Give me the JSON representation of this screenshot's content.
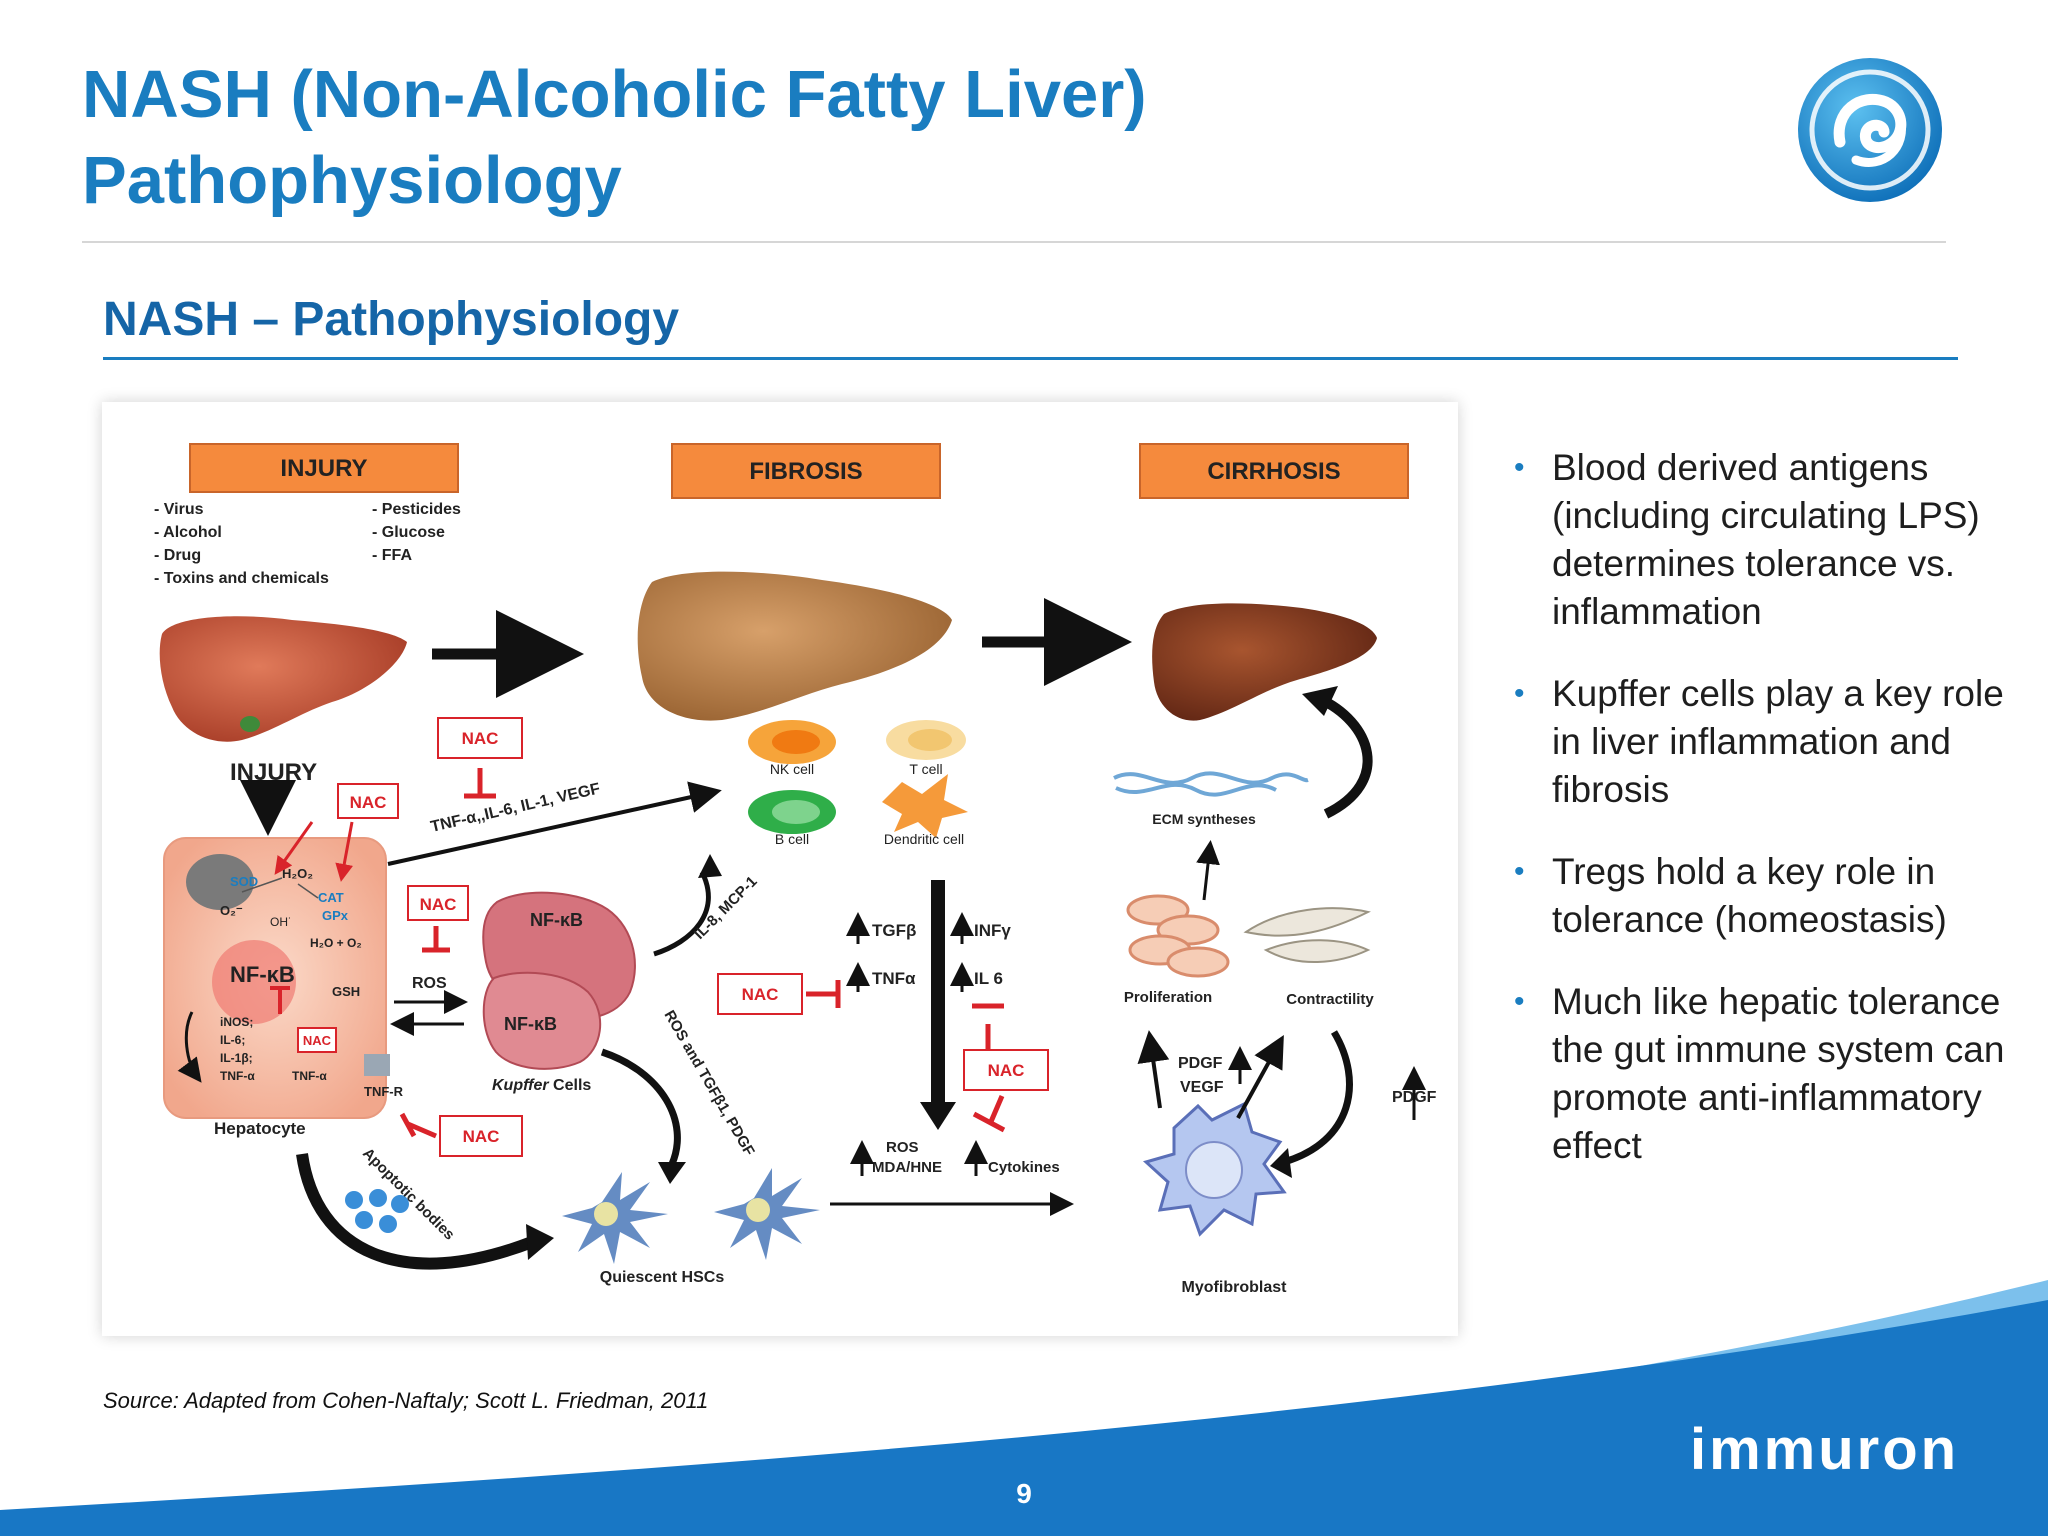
{
  "slide": {
    "title_line1": "NASH (Non-Alcoholic Fatty Liver)",
    "title_line2": "Pathophysiology",
    "subtitle": "NASH – Pathophysiology",
    "source": "Source: Adapted from Cohen-Naftaly; Scott L. Friedman, 2011",
    "page_number": "9",
    "brand": "immuron"
  },
  "bullets": [
    "Blood derived antigens (including circulating LPS) determines tolerance vs. inflammation",
    "Kupffer cells play a key role in liver inflammation and fibrosis",
    "Tregs hold a key role in tolerance (homeostasis)",
    "Much like hepatic tolerance the gut immune system can promote anti-inflammatory effect"
  ],
  "diagram": {
    "stages": {
      "injury": "INJURY",
      "fibrosis": "FIBROSIS",
      "cirrhosis": "CIRRHOSIS"
    },
    "injury_causes_left": [
      "- Virus",
      "- Alcohol",
      "- Drug",
      "- Toxins and chemicals"
    ],
    "injury_causes_right": [
      "- Pesticides",
      "- Glucose",
      "- FFA"
    ],
    "injury_label": "INJURY",
    "nac": "NAC",
    "hepatocyte": {
      "label": "Hepatocyte",
      "sod": "SOD",
      "h2o2": "H₂O₂",
      "o2": "O₂⁻",
      "oh": "OH˙",
      "cat": "CAT",
      "gpx": "GPx",
      "h2o": "H₂O + O₂",
      "nfkb": "NF-κB",
      "gsh": "GSH",
      "mediators": [
        "iNOS;",
        "IL-6;",
        "IL-1β;",
        "TNF-α"
      ],
      "tnfa": "TNF-α",
      "tnfr": "TNF-R"
    },
    "cytokine_arrow_label": "TNF-α,,IL-6, IL-1, VEGF",
    "ros": "ROS",
    "kupffer": {
      "nfkb_top": "NF-κB",
      "nfkb_bottom": "NF-κB",
      "label_italic": "Kupffer",
      "label_rest": " Cells"
    },
    "immune_cells": {
      "nk": "NK cell",
      "t": "T cell",
      "b": "B cell",
      "dendritic": "Dendritic cell"
    },
    "il8_label": "IL-8, MCP-1",
    "ros_tgf_label": "ROS and TGFβ1, PDGF",
    "apoptotic_label": "Apoptotic bodies",
    "quiescent_label": "Quiescent HSCs",
    "mediators_mid": {
      "tgfb": "TGFβ",
      "infg": "INFγ",
      "tnfa": "TNFα",
      "il6": "IL 6",
      "ros": "ROS",
      "mda": "MDA/HNE",
      "cytokines": "Cytokines"
    },
    "cirrhosis_side": {
      "ecm": "ECM syntheses",
      "proliferation": "Proliferation",
      "contractility": "Contractility",
      "pdgf": "PDGF",
      "vegf": "VEGF",
      "pdgf_right": "PDGF",
      "myofibroblast": "Myofibroblast"
    }
  },
  "colors": {
    "title_blue": "#1a7dc0",
    "stage_box": "#f58a3d",
    "nac_red": "#d9232a",
    "footer_blue": "#1877c5"
  }
}
